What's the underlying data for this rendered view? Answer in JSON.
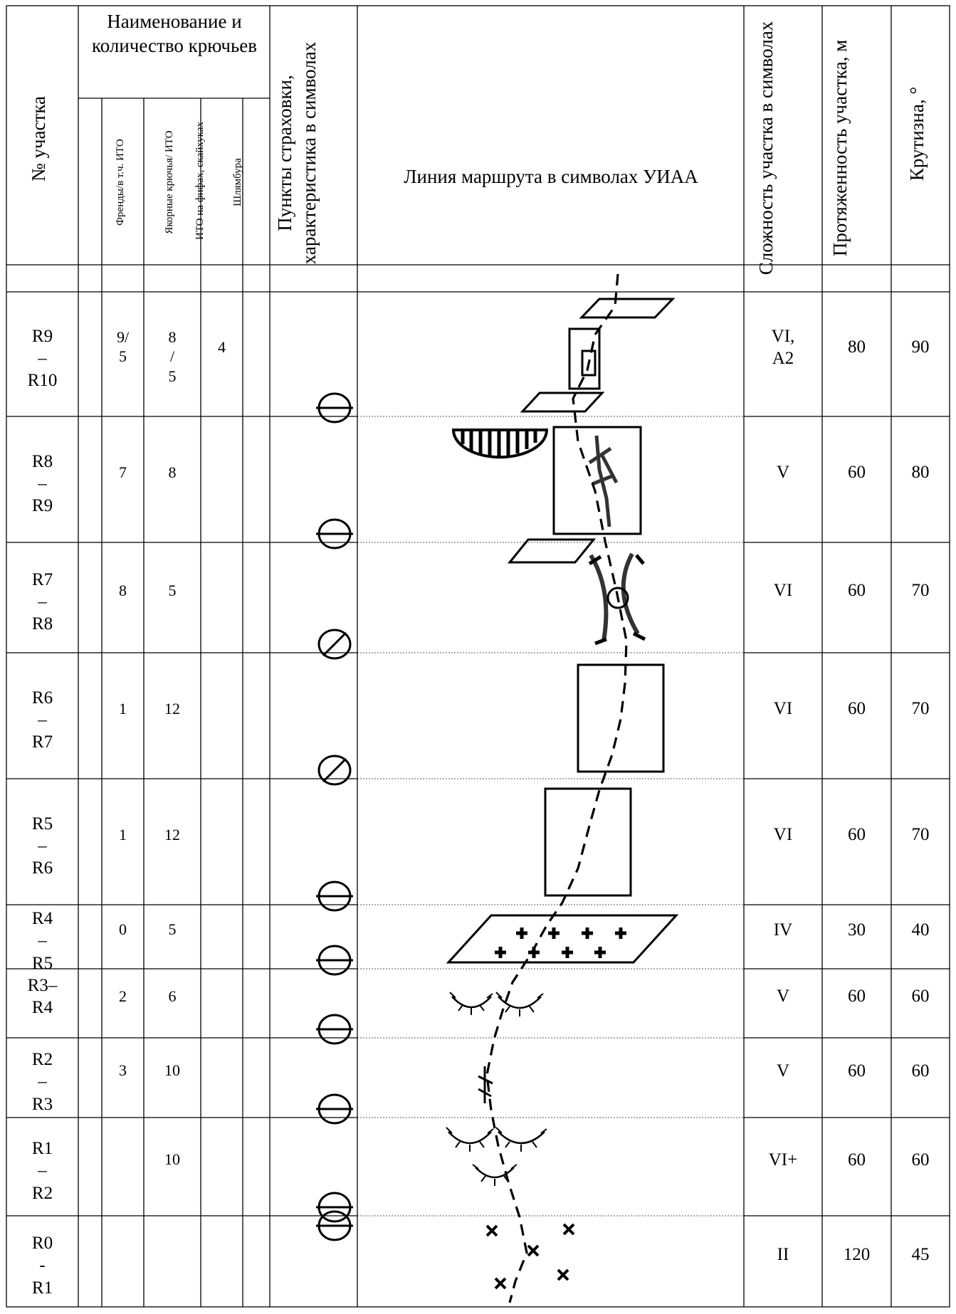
{
  "header": {
    "col_num": "№ участка",
    "hooks_group": "Наименование и количество крючьев",
    "frends": "Френды/в т.ч. ИТО",
    "anchor": "Якорные крючья/ ИТО",
    "ito": "ИТО на фифах, скайхуках",
    "shlyambur": "Шлямбура",
    "belay": "Пункты страховки, характеристика в символах",
    "route_line": "Линия маршрута в символах УИАА",
    "difficulty": "Сложность участка в символах",
    "length": "Протяженность участка, м",
    "steepness": "Крутизна, °"
  },
  "rows": [
    {
      "section": "R9 – R10",
      "frends": "9/ 5",
      "anchor": "8 / 5",
      "ito": "4",
      "shl": "",
      "difficulty": "VI, A2",
      "length": "80",
      "steep": "90"
    },
    {
      "section": "R8 – R9",
      "frends": "7",
      "anchor": "8",
      "ito": "",
      "shl": "",
      "difficulty": "V",
      "length": "60",
      "steep": "80"
    },
    {
      "section": "R7 – R8",
      "frends": "8",
      "anchor": "5",
      "ito": "",
      "shl": "",
      "difficulty": "VI",
      "length": "60",
      "steep": "70"
    },
    {
      "section": "R6 – R7",
      "frends": "1",
      "anchor": "12",
      "ito": "",
      "shl": "",
      "difficulty": "VI",
      "length": "60",
      "steep": "70"
    },
    {
      "section": "R5 – R6",
      "frends": "1",
      "anchor": "12",
      "ito": "",
      "shl": "",
      "difficulty": "VI",
      "length": "60",
      "steep": "70"
    },
    {
      "section": "R4 – R5",
      "frends": "0",
      "anchor": "5",
      "ito": "",
      "shl": "",
      "difficulty": "IV",
      "length": "30",
      "steep": "40"
    },
    {
      "section": "R3– R4",
      "frends": "2",
      "anchor": "6",
      "ito": "",
      "shl": "",
      "difficulty": "V",
      "length": "60",
      "steep": "60"
    },
    {
      "section": "R2 – R3",
      "frends": "3",
      "anchor": "10",
      "ito": "",
      "shl": "",
      "difficulty": "V",
      "length": "60",
      "steep": "60"
    },
    {
      "section": "R1 – R2",
      "frends": "",
      "anchor": "10",
      "ito": "",
      "shl": "",
      "difficulty": "VI+",
      "length": "60",
      "steep": "60"
    },
    {
      "section": "R0 - R1",
      "frends": "",
      "anchor": "",
      "ito": "",
      "shl": "",
      "difficulty": "II",
      "length": "120",
      "steep": "45"
    }
  ],
  "belay_points": [
    "horizontal-bar-circle",
    "horizontal-bar-circle",
    "diagonal-bar-circle",
    "diagonal-bar-circle",
    "horizontal-bar-circle",
    "horizontal-bar-circle",
    "horizontal-bar-circle",
    "horizontal-bar-circle",
    "horizontal-bar-circle",
    "horizontal-bar-circle"
  ]
}
